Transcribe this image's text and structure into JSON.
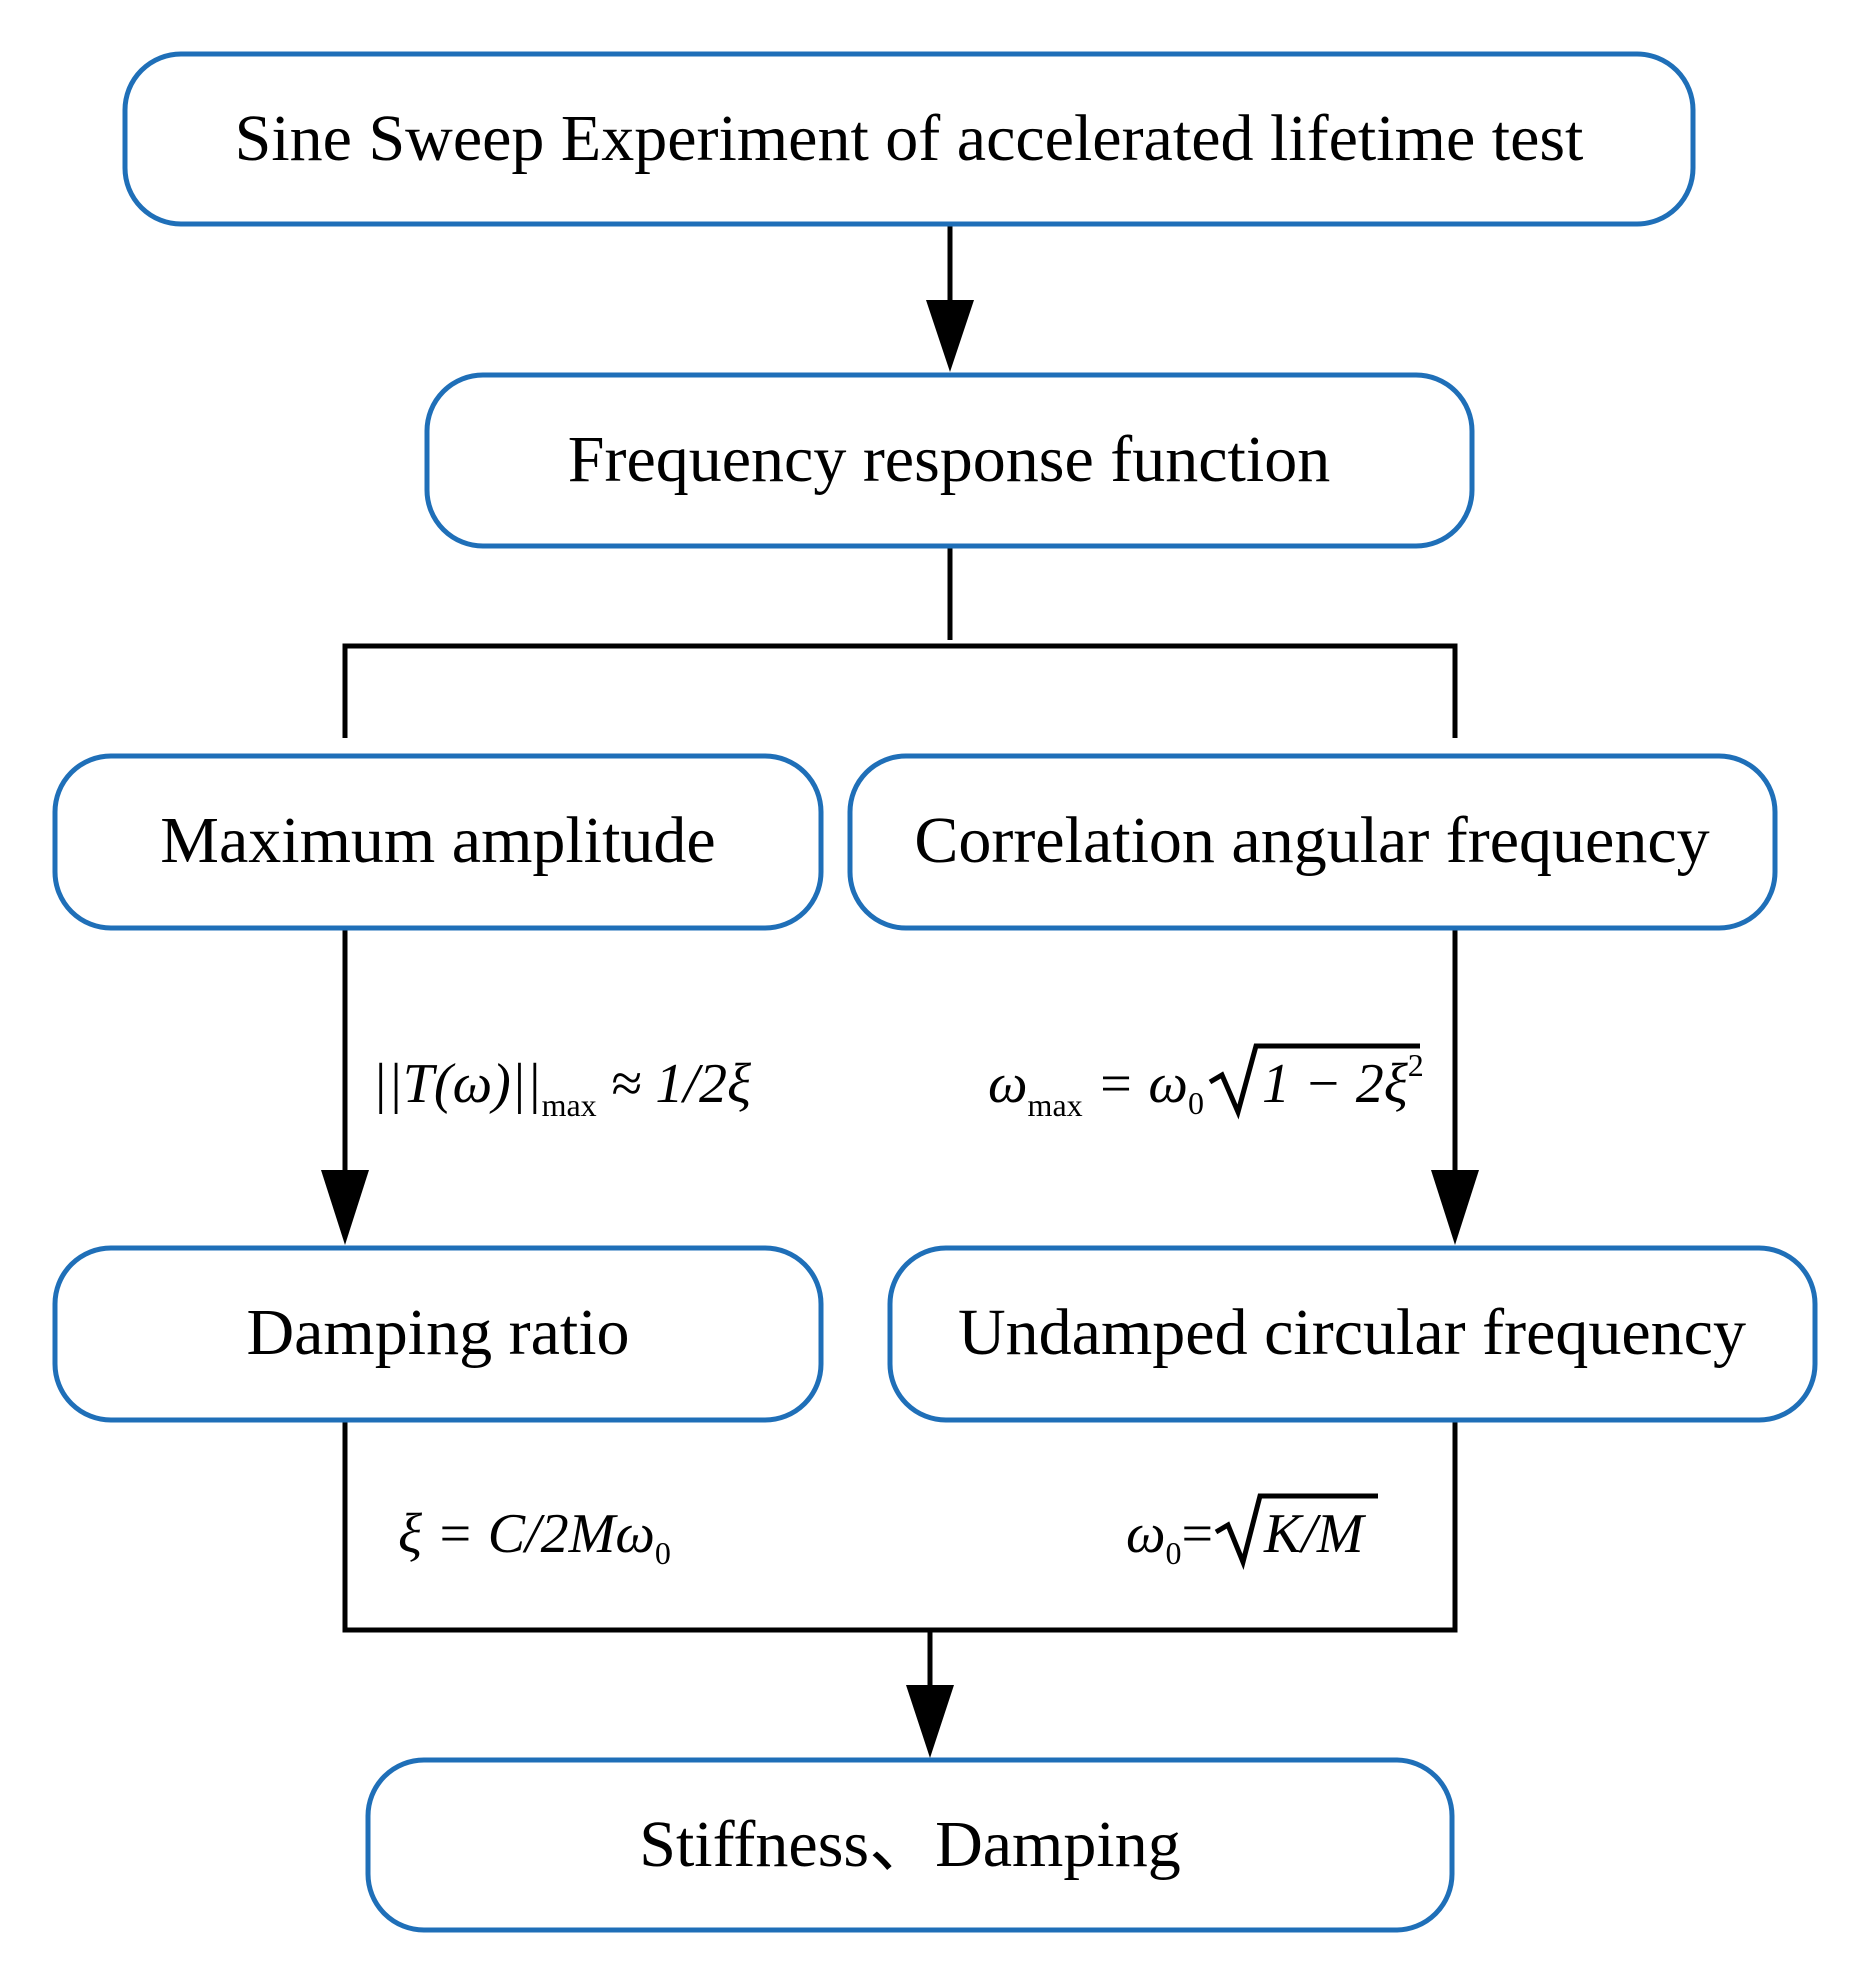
{
  "colors": {
    "box_border": "#1f6fb8",
    "connector": "#000000",
    "text": "#000000"
  },
  "nodes": {
    "sine_sweep": "Sine Sweep Experiment of accelerated lifetime test",
    "frf": "Frequency response function",
    "max_amplitude": "Maximum amplitude",
    "correlation_freq": "Correlation angular frequency",
    "damping_ratio": "Damping ratio",
    "undamped_freq": "Undamped circular frequency",
    "result": "Stiffness、Damping"
  },
  "equations": {
    "amplitude_lhs": "||T(ω)||",
    "amplitude_sub": "max",
    "amplitude_rhs": " ≈ 1/2ξ",
    "omega_max_lhs": "ω",
    "omega_max_sub": "max",
    "omega_max_mid": " = ω",
    "omega_max_sub0": "0",
    "omega_max_root": "1 − 2ξ",
    "omega_max_exp": "2",
    "damping_lhs": "ξ = C/2Mω",
    "damping_sub": "0",
    "omega0_lhs": "ω",
    "omega0_sub": "0",
    "omega0_eq": "=",
    "omega0_root": "K/M"
  }
}
